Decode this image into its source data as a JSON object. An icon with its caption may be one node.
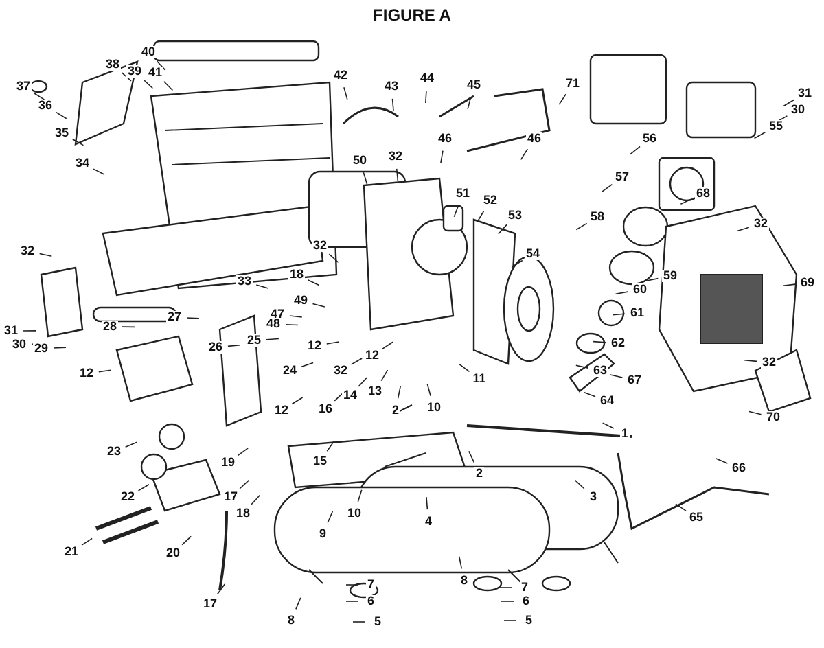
{
  "diagram": {
    "title": "FIGURE A",
    "labels": [
      "40",
      "37",
      "41",
      "38",
      "39",
      "71",
      "42",
      "44",
      "45",
      "43",
      "31",
      "30",
      "36",
      "55",
      "46",
      "35",
      "46",
      "50",
      "32",
      "56",
      "34",
      "57",
      "51",
      "52",
      "68",
      "53",
      "58",
      "32",
      "54",
      "32",
      "33",
      "59",
      "69",
      "18",
      "60",
      "32",
      "49",
      "27",
      "61",
      "47",
      "48",
      "28",
      "31",
      "30",
      "29",
      "62",
      "25",
      "12",
      "26",
      "12",
      "32",
      "24",
      "63",
      "67",
      "32",
      "70",
      "11",
      "14",
      "13",
      "12",
      "2",
      "10",
      "16",
      "64",
      "12",
      "1",
      "15",
      "19",
      "23",
      "2",
      "3",
      "22",
      "17",
      "18",
      "10",
      "4",
      "66",
      "65",
      "9",
      "21",
      "20",
      "8",
      "7",
      "7",
      "6",
      "6",
      "17",
      "8",
      "5",
      "5"
    ]
  }
}
